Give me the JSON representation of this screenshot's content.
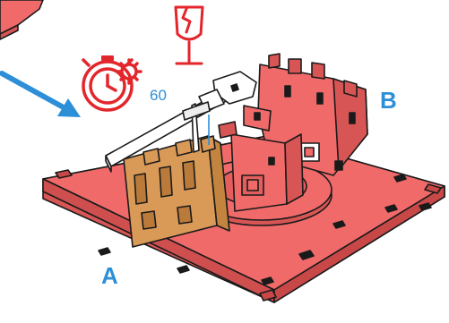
{
  "labels": {
    "part_a": "A",
    "part_b": "B",
    "time": "60"
  },
  "icons": {
    "timer": "stopwatch-gear-icon",
    "fragile": "fragile-glass-icon",
    "direction": "arrow-icon"
  },
  "colors": {
    "base": "#f06a6a",
    "wood": "#d99a58",
    "clamp": "#ffffff",
    "accent_blue": "#2d8fd8",
    "icon_red": "#e3262c",
    "outline": "#1a1a1a"
  }
}
